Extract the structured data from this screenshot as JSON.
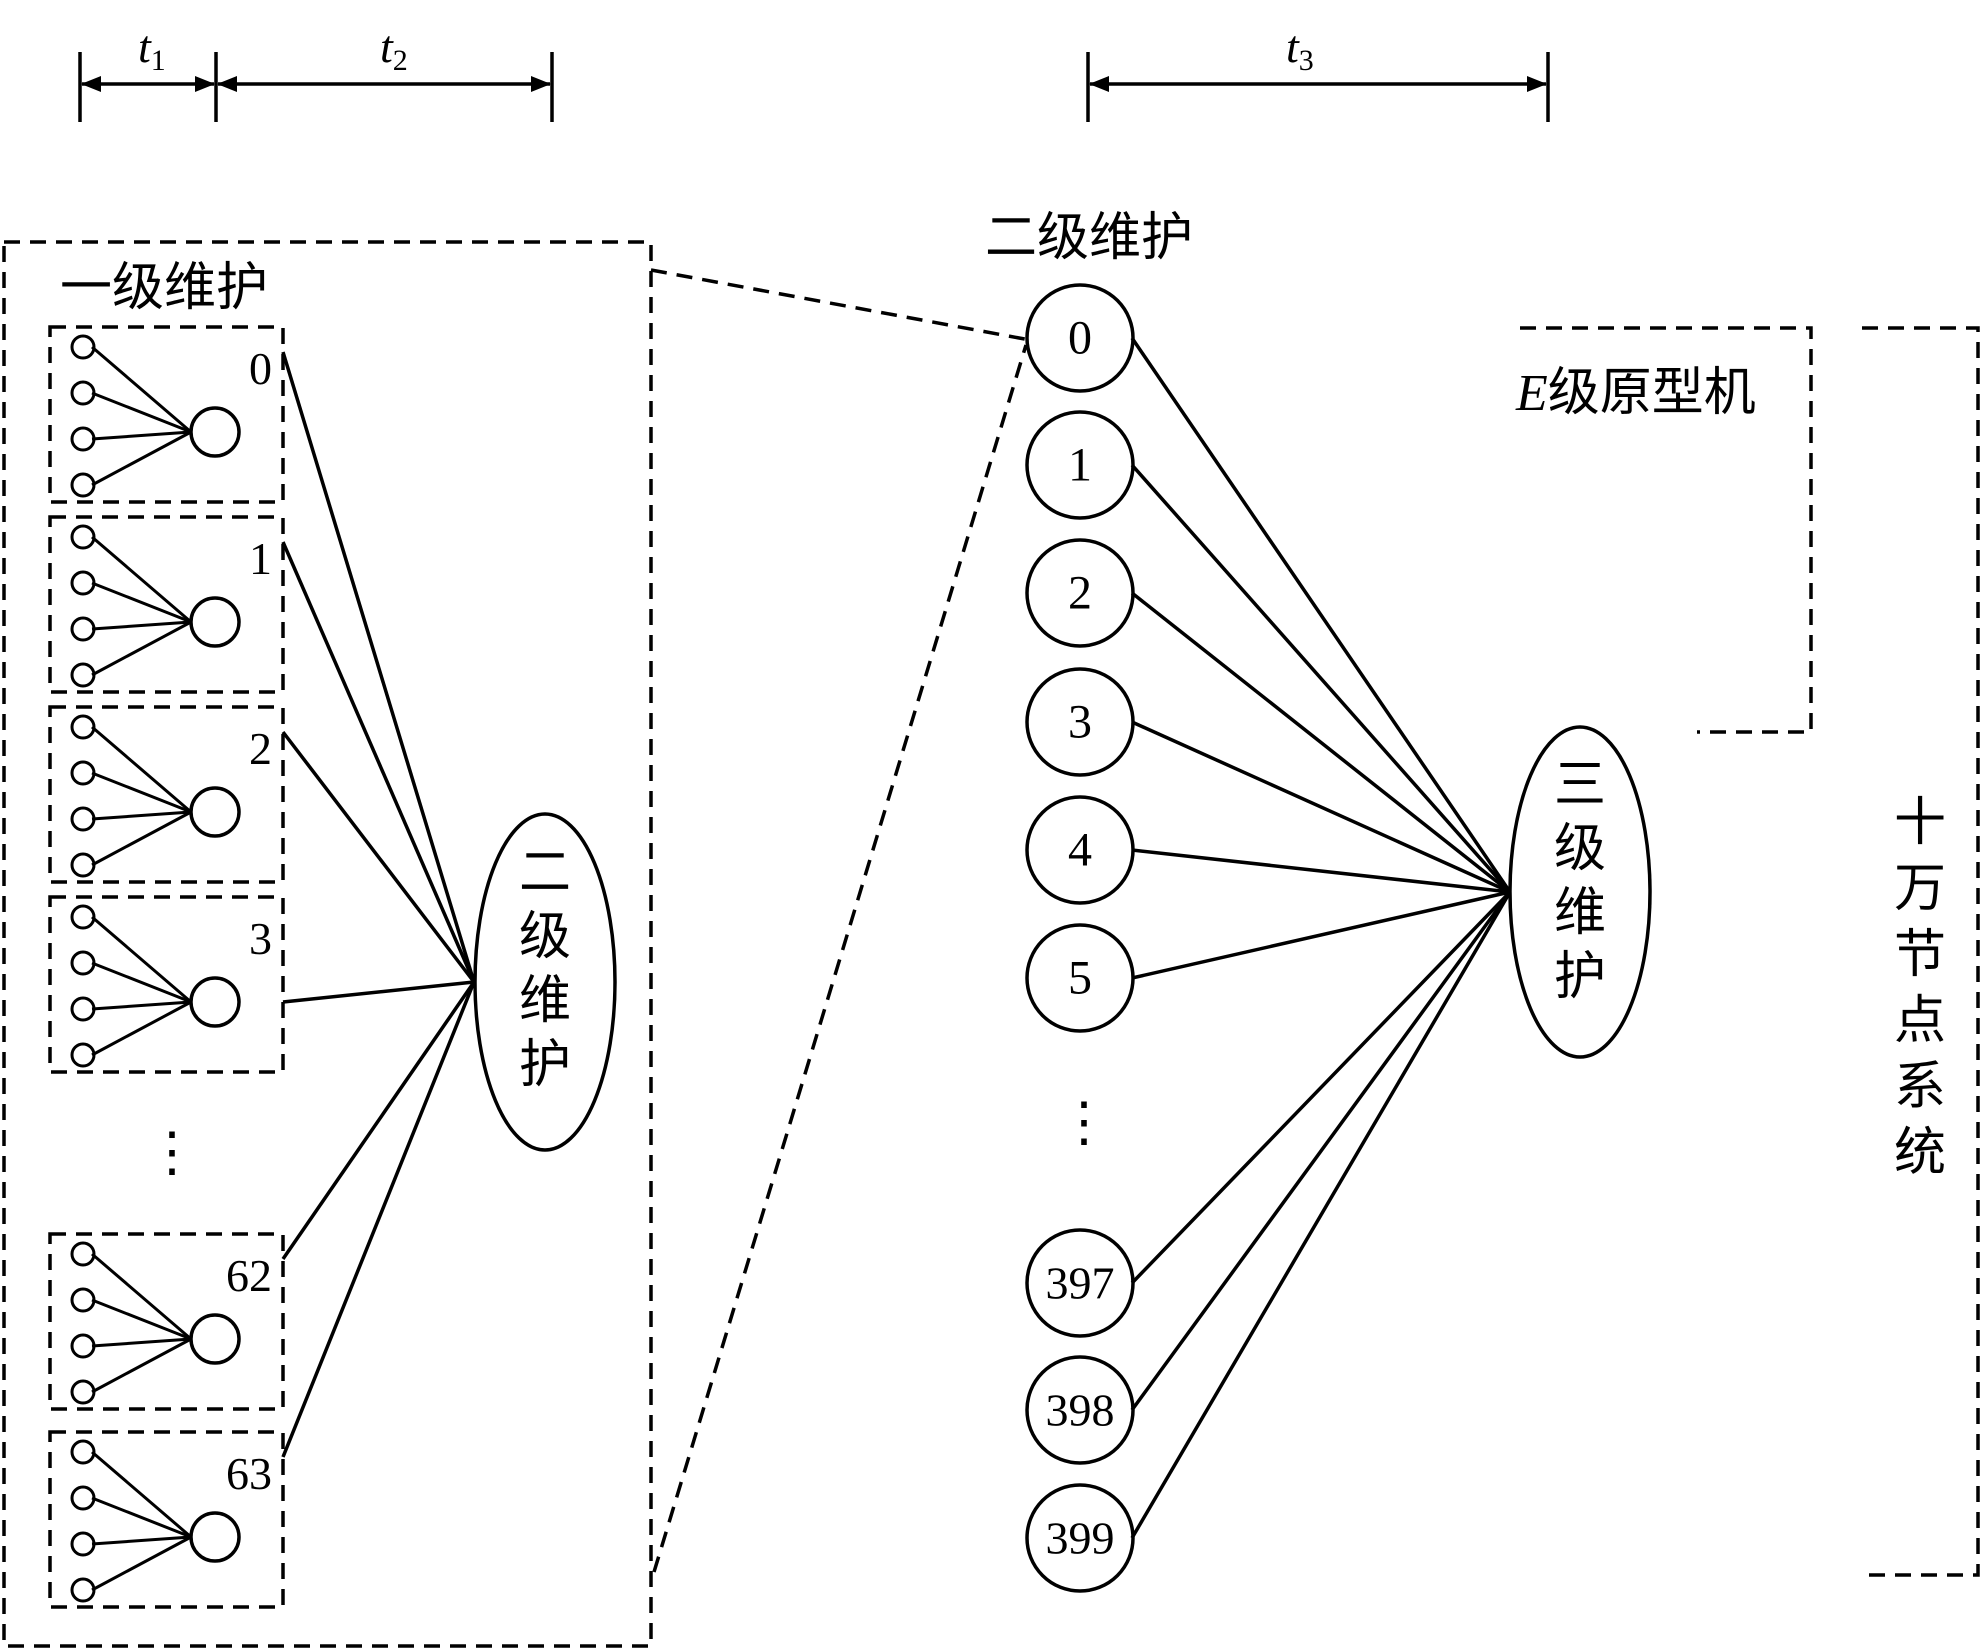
{
  "timing": {
    "t1": {
      "base": "t",
      "sub": "1"
    },
    "t2": {
      "base": "t",
      "sub": "2"
    },
    "t3": {
      "base": "t",
      "sub": "3"
    }
  },
  "level1": {
    "title": "一级维护",
    "groups": [
      "0",
      "1",
      "2",
      "3",
      "62",
      "63"
    ],
    "ellipsis": "⋮"
  },
  "level2": {
    "hub_label": "二级维护",
    "title": "二级维护",
    "nodes": [
      "0",
      "1",
      "2",
      "3",
      "4",
      "5",
      "397",
      "398",
      "399"
    ],
    "ellipsis": "⋮"
  },
  "level3": {
    "hub_label": "三级维护"
  },
  "prototype": {
    "italic_prefix": "E",
    "label": "级原型机"
  },
  "system": {
    "label": "十万节点系统"
  }
}
